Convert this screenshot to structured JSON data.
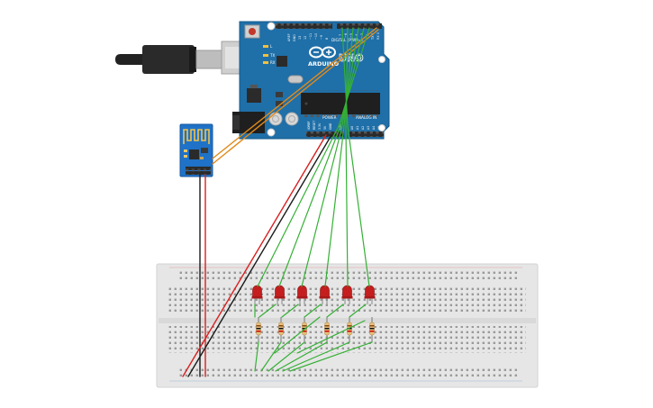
{
  "arduino": {
    "brand": "ARDUINO",
    "model": "UNO",
    "header_digital": "DIGITAL (PWM~)",
    "header_power": "POWER",
    "header_analog": "ANALOG IN",
    "led_tx": "TX",
    "led_rx": "RX",
    "led_l": "L",
    "pin_aref": "AREF",
    "pin_gnd": "GND",
    "pin_13": "13",
    "pin_12": "12",
    "pin_11": "~11",
    "pin_10": "~10",
    "pin_9": "~9",
    "pin_8": "8",
    "pin_7": "7",
    "pin_6": "~6",
    "pin_5": "~5",
    "pin_4": "4",
    "pin_3": "~3",
    "pin_2": "2",
    "pin_tx1": "TX 1",
    "pin_rx0": "RX 0",
    "pwr_ioref": "IOREF",
    "pwr_reset": "RESET",
    "pwr_33v": "3.3V",
    "pwr_5v": "5V",
    "pwr_gnd": "GND",
    "pwr_vin": "VIN",
    "an_a0": "A0",
    "an_a1": "A1",
    "an_a2": "A2",
    "an_a3": "A3",
    "an_a4": "A4",
    "an_a5": "A5"
  },
  "colors": {
    "board": "#1f6fa8",
    "wire_signal": "#35b035",
    "wire_power": "#d82020",
    "wire_ground": "#1a1a1a",
    "wire_serial": "#e08a1a",
    "led": "#c41e1e",
    "breadboard": "#e6e6e6",
    "esp_board": "#1f72c7"
  },
  "components": {
    "leds": 6,
    "resistors": 6
  }
}
